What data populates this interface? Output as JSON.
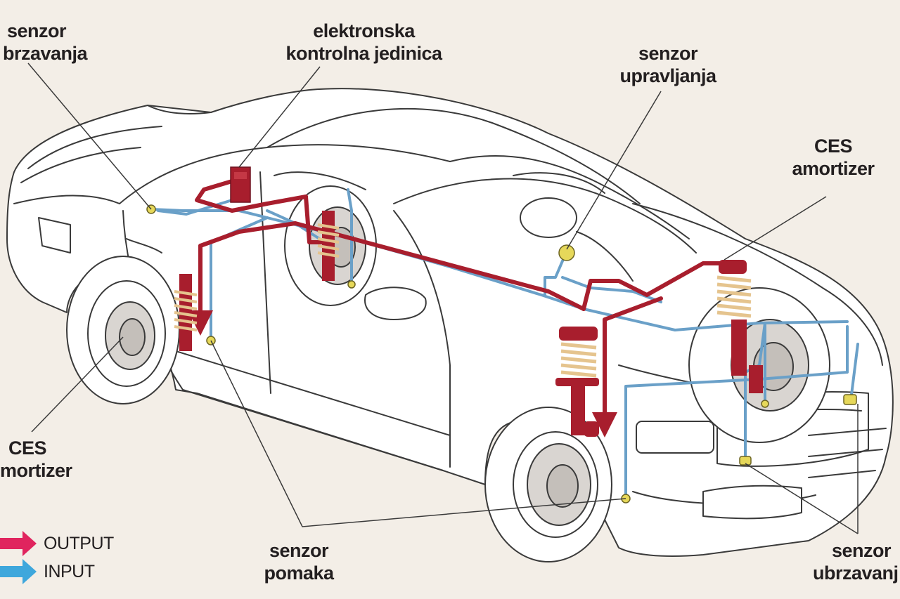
{
  "labels": {
    "brake_sensor": [
      "senzor",
      "brzavanja"
    ],
    "ecu": [
      "elektronska",
      "kontrolna jedinica"
    ],
    "steering_sensor": [
      "senzor",
      "upravljanja"
    ],
    "ces_right": [
      "CES",
      "amortizer"
    ],
    "ces_left": [
      "CES",
      "mortizer"
    ],
    "displacement_sensor": [
      "senzor",
      "pomaka"
    ],
    "accel_sensor": [
      "senzor",
      "ubrzavanj"
    ]
  },
  "legend": {
    "output": "OUTPUT",
    "input": "INPUT"
  },
  "colors": {
    "background": "#f3eee7",
    "output": "#a81e2d",
    "output_arrow": "#e0245e",
    "input": "#6aa0c8",
    "input_arrow": "#3ea7dc",
    "sensor": "#e6d85a",
    "car_outline": "#3a3a3a"
  }
}
